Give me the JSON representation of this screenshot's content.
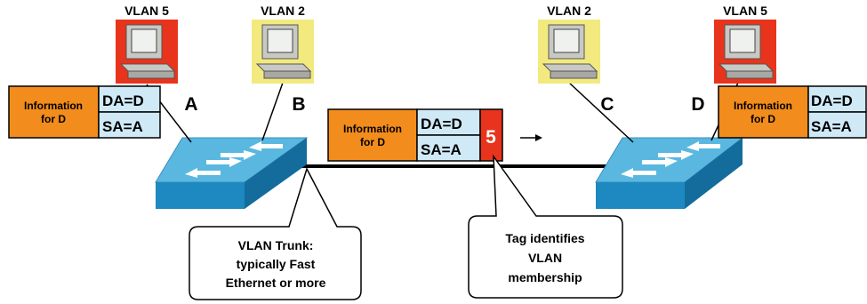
{
  "hosts": [
    {
      "vlan_label": "VLAN 5",
      "color": "#e8341c",
      "letter": "A"
    },
    {
      "vlan_label": "VLAN 2",
      "color": "#f2ea7e",
      "letter": "B"
    },
    {
      "vlan_label": "VLAN 2",
      "color": "#f2ea7e",
      "letter": "C"
    },
    {
      "vlan_label": "VLAN 5",
      "color": "#e8341c",
      "letter": "D"
    }
  ],
  "frames": [
    {
      "info_line1": "Information",
      "info_line2": "for D",
      "da": "DA=D",
      "sa": "SA=A"
    },
    {
      "info_line1": "Information",
      "info_line2": "for D",
      "da": "DA=D",
      "sa": "SA=A",
      "tag": "5"
    },
    {
      "info_line1": "Information",
      "info_line2": "for D",
      "da": "DA=D",
      "sa": "SA=A"
    }
  ],
  "callouts": {
    "trunk": [
      "VLAN Trunk:",
      "typically Fast",
      "Ethernet or more"
    ],
    "tag": [
      "Tag identifies",
      "VLAN",
      "membership"
    ]
  },
  "colors": {
    "info": "#f28c1c",
    "address": "#cfe9f7",
    "tag": "#e8341c",
    "switch_top": "#5ab8e0",
    "switch_side": "#1e88c0"
  },
  "icons": {
    "host": "desktop-computer-icon",
    "switch": "network-switch-icon",
    "direction": "right-arrow-icon"
  }
}
